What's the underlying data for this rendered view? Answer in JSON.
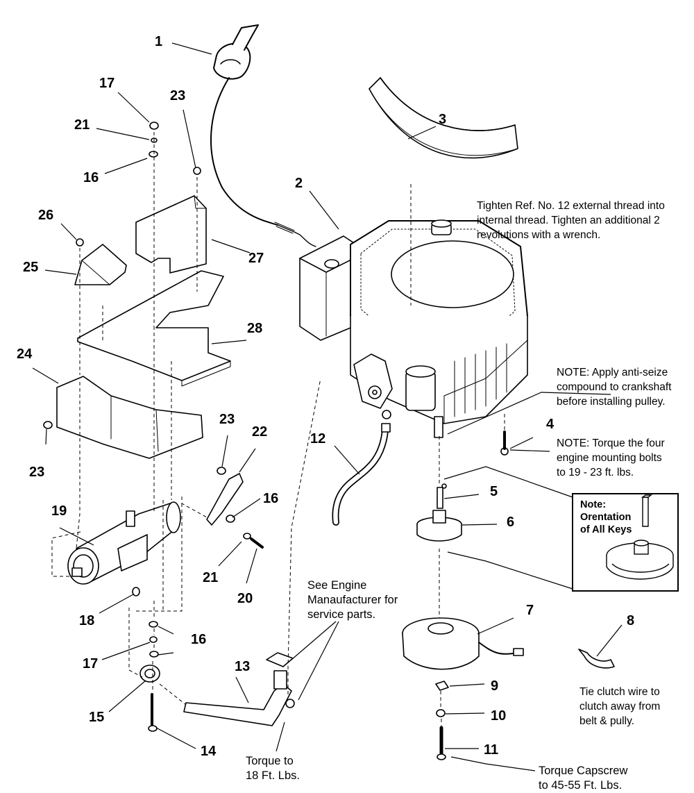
{
  "callouts": {
    "c1": "1",
    "c2": "2",
    "c3": "3",
    "c4": "4",
    "c5": "5",
    "c6": "6",
    "c7": "7",
    "c8": "8",
    "c9": "9",
    "c10": "10",
    "c11": "11",
    "c12": "12",
    "c13": "13",
    "c14": "14",
    "c15": "15",
    "c16a": "16",
    "c16b": "16",
    "c16c": "16",
    "c17a": "17",
    "c17b": "17",
    "c18": "18",
    "c19": "19",
    "c20": "20",
    "c21a": "21",
    "c21b": "21",
    "c22": "22",
    "c23a": "23",
    "c23b": "23",
    "c23c": "23",
    "c24": "24",
    "c25": "25",
    "c26": "26",
    "c27": "27",
    "c28": "28"
  },
  "notes": {
    "tighten": [
      "Tighten Ref. No. 12 external thread into",
      "internal thread. Tighten an additional 2",
      "revolutions with a wrench."
    ],
    "anti_seize": [
      "NOTE: Apply anti-seize",
      "compound to crankshaft",
      "before installing pulley."
    ],
    "torque_bolts": [
      "NOTE: Torque the four",
      "engine mounting bolts",
      "to 19 - 23 ft. lbs."
    ],
    "engine_mfr": [
      "See Engine",
      "Manaufacturer for",
      "service parts."
    ],
    "tie_clutch": [
      "Tie clutch wire to",
      "clutch away from",
      "belt & pully."
    ],
    "torque_18": [
      "Torque to",
      "18 Ft. Lbs."
    ],
    "torque_capscrew": [
      "Torque Capscrew",
      "to 45-55 Ft. Lbs."
    ]
  },
  "key_note": {
    "title": [
      "Note:",
      "Orentation",
      "of All Keys"
    ]
  }
}
